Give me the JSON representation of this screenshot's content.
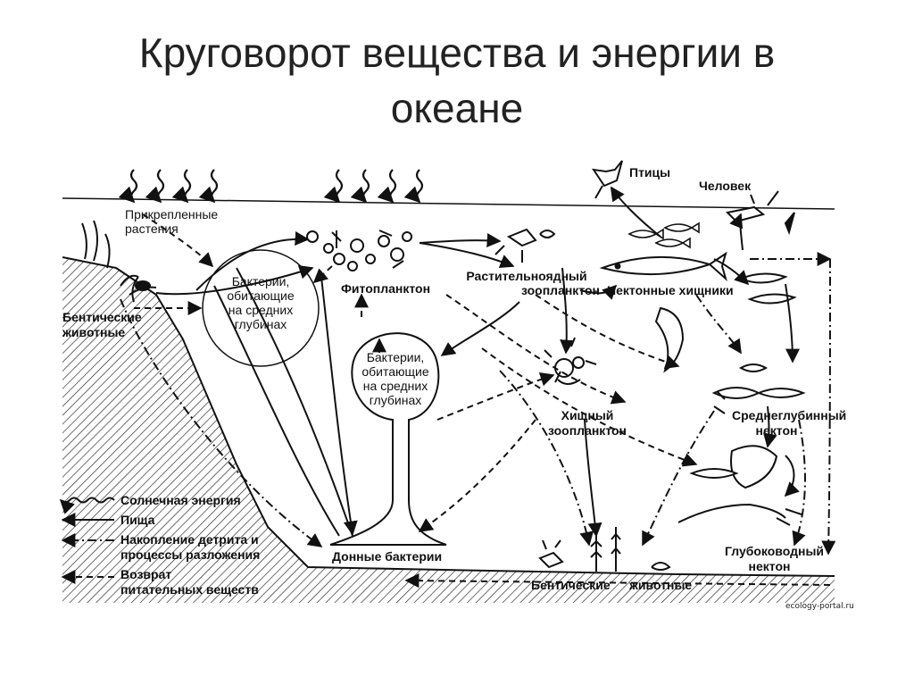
{
  "title": {
    "line1": "Круговорот вещества и энергии в",
    "line2": "океане"
  },
  "labels": {
    "attached_plants_1": "Прикрепленные",
    "attached_plants_2": "растения",
    "benthic_left_1": "Бентические",
    "benthic_left_2": "животные",
    "bacteria_top_1": "Бактерии,",
    "bacteria_top_2": "обитающие",
    "bacteria_top_3": "на средних",
    "bacteria_top_4": "глубинах",
    "bacteria_mid_1": "Бактерии,",
    "bacteria_mid_2": "обитающие",
    "bacteria_mid_3": "на средних",
    "bacteria_mid_4": "глубинах",
    "phytoplankton": "Фитопланктон",
    "herb_zoo_1": "Растительноядный",
    "herb_zoo_2": "зоопланктон",
    "nekton_predators": "Нектонные хищники",
    "birds": "Птицы",
    "human": "Человек",
    "pred_zoo_1": "Хищный",
    "pred_zoo_2": "зоопланктон",
    "mid_nekton_1": "Среднеглубинный",
    "mid_nekton_2": "нектон",
    "deep_nekton_1": "Глубоководный",
    "deep_nekton_2": "нектон",
    "bottom_bacteria": "Донные бактерии",
    "benthic_bottom_1": "Бентические",
    "benthic_bottom_2": "животные",
    "watermark": "ecology-portal.ru"
  },
  "legend": [
    {
      "style": "wavy",
      "label": "Солнечная энергия"
    },
    {
      "style": "solid",
      "label": "Пища"
    },
    {
      "style": "dashdot",
      "label_1": "Накопление детрита и",
      "label_2": "процессы разложения"
    },
    {
      "style": "dashed",
      "label_1": "Возврат",
      "label_2": "питательных веществ"
    }
  ]
}
